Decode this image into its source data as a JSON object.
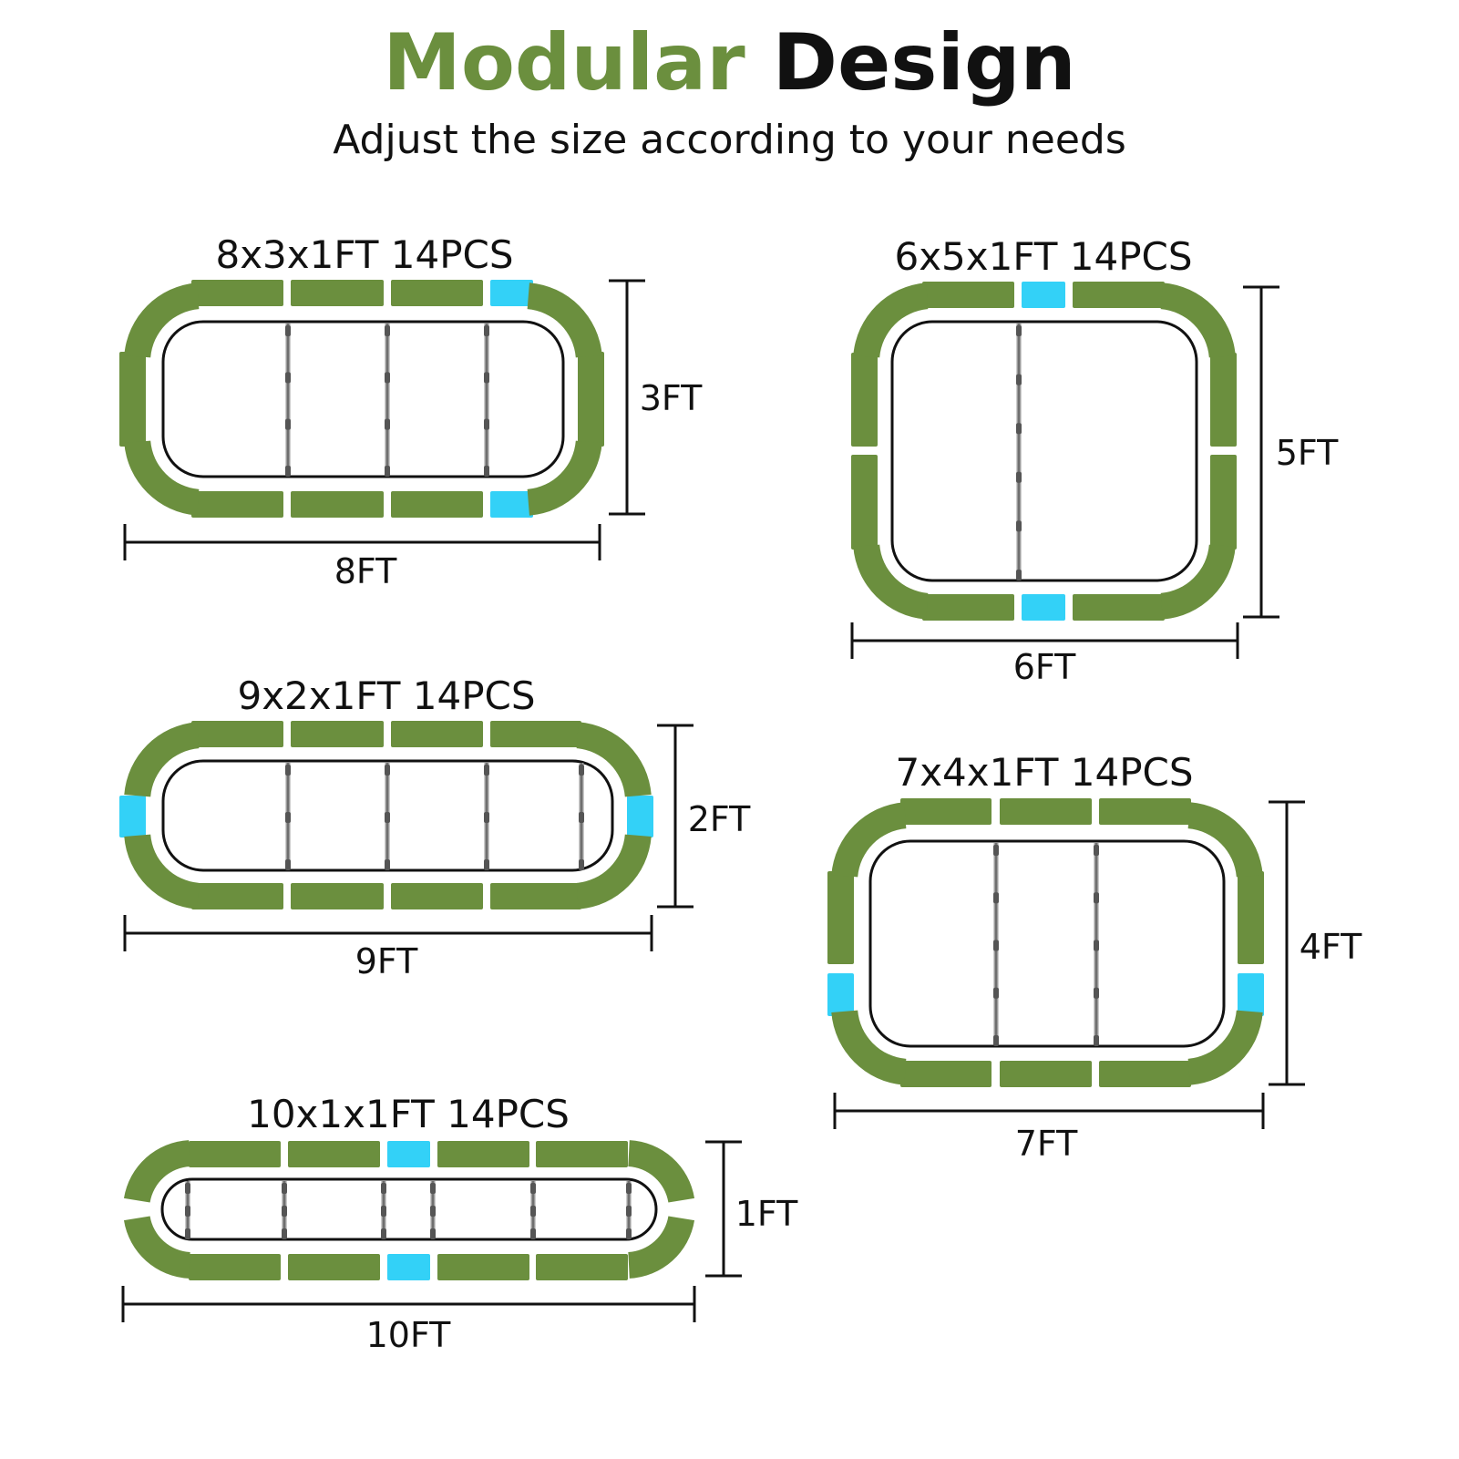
{
  "title": {
    "part1": "Modular",
    "part2": "Design"
  },
  "subtitle": "Adjust the size according to your needs",
  "colors": {
    "green": "#6b8f3e",
    "blue": "#33d1f7",
    "text": "#111111"
  },
  "layouts": [
    {
      "id": "8x3",
      "label": "8x3x1FT 14PCS",
      "width_label": "8FT",
      "height_label": "3FT",
      "top": [
        "g",
        "g",
        "g",
        "b"
      ],
      "bottom": [
        "g",
        "g",
        "g",
        "b"
      ],
      "left": [
        "g"
      ],
      "right": [
        "g"
      ]
    },
    {
      "id": "6x5",
      "label": "6x5x1FT 14PCS",
      "width_label": "6FT",
      "height_label": "5FT",
      "top": [
        "g",
        "b",
        "g"
      ],
      "bottom": [
        "g",
        "b",
        "g"
      ],
      "left": [
        "g",
        "g"
      ],
      "right": [
        "g",
        "g"
      ]
    },
    {
      "id": "9x2",
      "label": "9x2x1FT 14PCS",
      "width_label": "9FT",
      "height_label": "2FT",
      "top": [
        "g",
        "g",
        "g",
        "g"
      ],
      "bottom": [
        "g",
        "g",
        "g",
        "g"
      ],
      "left": [
        "b"
      ],
      "right": [
        "b"
      ]
    },
    {
      "id": "7x4",
      "label": "7x4x1FT 14PCS",
      "width_label": "7FT",
      "height_label": "4FT",
      "top": [
        "g",
        "g",
        "g"
      ],
      "bottom": [
        "g",
        "g",
        "g"
      ],
      "left": [
        "g",
        "b"
      ],
      "right": [
        "g",
        "b"
      ]
    },
    {
      "id": "10x1",
      "label": "10x1x1FT 14PCS",
      "width_label": "10FT",
      "height_label": "1FT",
      "top": [
        "g",
        "g",
        "b",
        "g",
        "g"
      ],
      "bottom": [
        "g",
        "g",
        "b",
        "g",
        "g"
      ],
      "left": [],
      "right": []
    }
  ]
}
